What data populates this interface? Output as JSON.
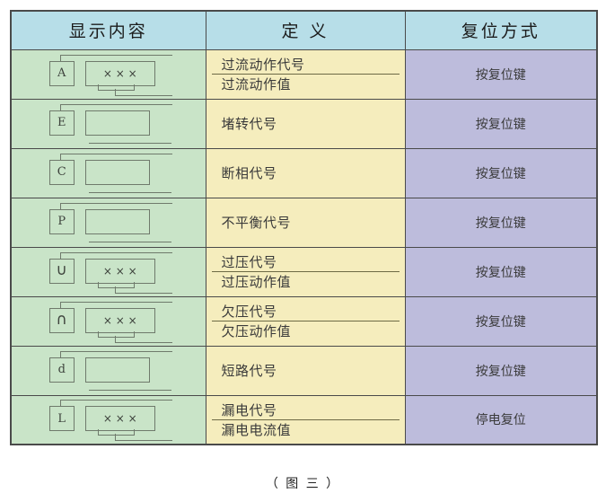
{
  "table": {
    "headers": [
      "显示内容",
      "定 义",
      "复位方式"
    ],
    "rows": [
      {
        "code": "A",
        "code_kind": "letter",
        "value_box": "crosses",
        "value_text": "× × ×",
        "definitions": [
          "过流动作代号",
          "过流动作值"
        ],
        "reset": "按复位键"
      },
      {
        "code": "E",
        "code_kind": "letter",
        "value_box": "blank",
        "value_text": "",
        "definitions": [
          "堵转代号"
        ],
        "reset": "按复位键"
      },
      {
        "code": "C",
        "code_kind": "letter",
        "value_box": "blank",
        "value_text": "",
        "definitions": [
          "断相代号"
        ],
        "reset": "按复位键"
      },
      {
        "code": "P",
        "code_kind": "letter",
        "value_box": "blank",
        "value_text": "",
        "definitions": [
          "不平衡代号"
        ],
        "reset": "按复位键"
      },
      {
        "code": "∪",
        "code_kind": "symbol",
        "value_box": "crosses",
        "value_text": "× × ×",
        "definitions": [
          "过压代号",
          "过压动作值"
        ],
        "reset": "按复位键"
      },
      {
        "code": "∩",
        "code_kind": "symbol",
        "value_box": "crosses",
        "value_text": "× × ×",
        "definitions": [
          "欠压代号",
          "欠压动作值"
        ],
        "reset": "按复位键"
      },
      {
        "code": "d",
        "code_kind": "letter",
        "value_box": "blank",
        "value_text": "",
        "definitions": [
          "短路代号"
        ],
        "reset": "按复位键"
      },
      {
        "code": "L",
        "code_kind": "letter",
        "value_box": "crosses",
        "value_text": "× × ×",
        "definitions": [
          "漏电代号",
          "漏电电流值"
        ],
        "reset": "停电复位"
      }
    ]
  },
  "caption": "（ 图 三 ）",
  "colors": {
    "header_bg": "#b7dee8",
    "display_bg": "#c9e4c8",
    "definition_bg": "#f5edbd",
    "reset_bg": "#bdbcdc",
    "border": "#4a4a4a"
  }
}
